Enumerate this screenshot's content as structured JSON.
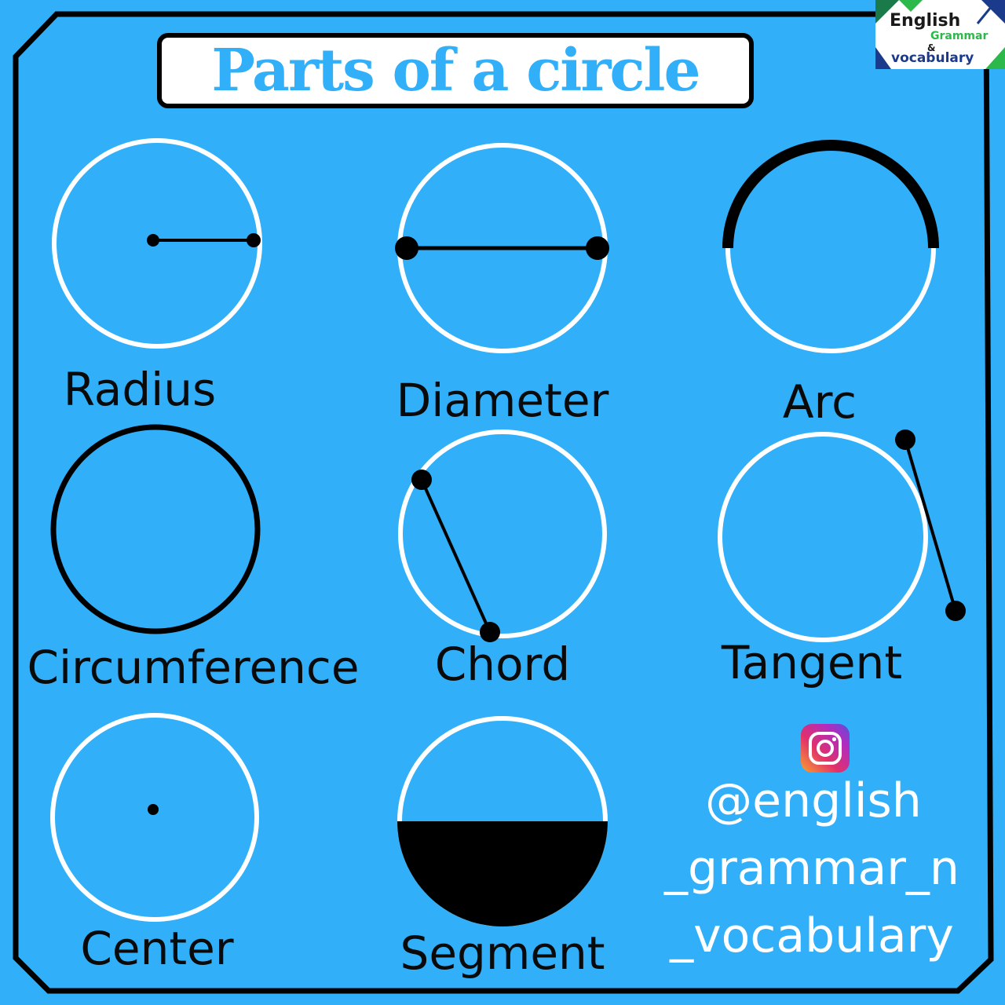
{
  "title": "Parts of a circle",
  "labels": {
    "radius": "Radius",
    "diameter": "Diameter",
    "arc": "Arc",
    "circumference": "Circumference",
    "chord": "Chord",
    "tangent": "Tangent",
    "center": "Center",
    "segment": "Segment"
  },
  "social": {
    "icon": "instagram-icon",
    "handle_lines": [
      "@english",
      "_grammar_n",
      "_vocabulary"
    ]
  },
  "logo": {
    "line1": "English",
    "line2": "Grammar",
    "line3": "&",
    "line4": "vocabulary"
  },
  "colors": {
    "background": "#31aff8",
    "circle_stroke": "#ffffff",
    "highlight": "#000000"
  }
}
